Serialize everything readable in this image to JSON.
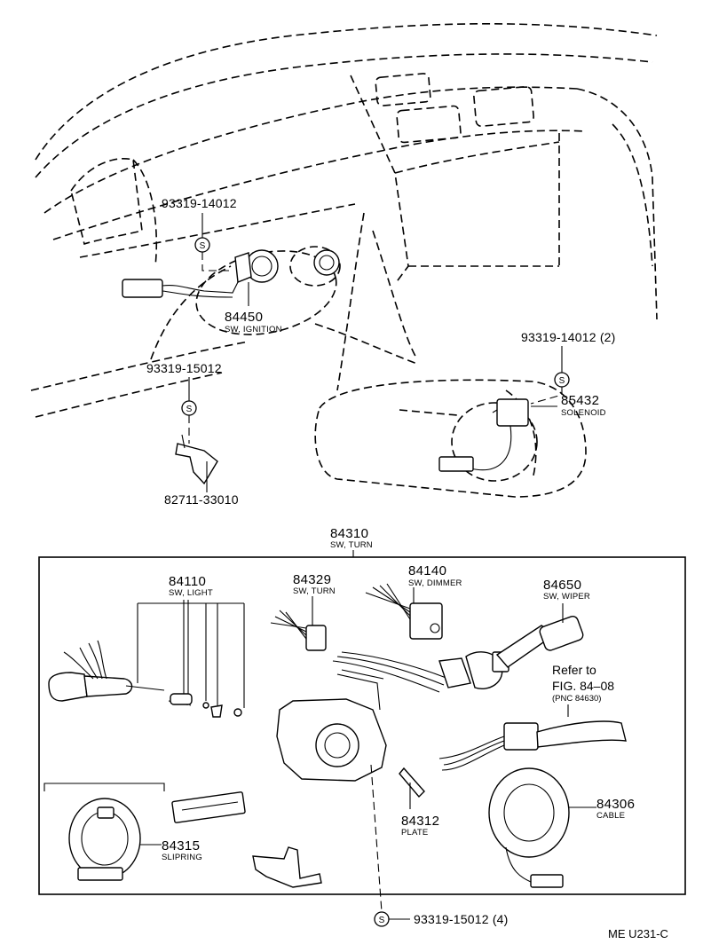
{
  "parts": {
    "bolt_upper_left": {
      "number": "93319-14012"
    },
    "ignition_switch": {
      "number": "84450",
      "desc": "SW, IGNITION"
    },
    "bolt_lower_left": {
      "number": "93319-15012"
    },
    "bracket": {
      "number": "82711-33010"
    },
    "bolt_right": {
      "number": "93319-14012 (2)"
    },
    "solenoid": {
      "number": "85432",
      "desc": "SOLENOID"
    },
    "turn_switch_assy": {
      "number": "84310",
      "desc": "SW, TURN"
    },
    "light_switch": {
      "number": "84110",
      "desc": "SW, LIGHT"
    },
    "turn_switch": {
      "number": "84329",
      "desc": "SW, TURN"
    },
    "dimmer_switch": {
      "number": "84140",
      "desc": "SW, DIMMER"
    },
    "wiper_switch": {
      "number": "84650",
      "desc": "SW, WIPER"
    },
    "wiper_ref": {
      "line1": "Refer to",
      "line2": "FIG. 84–08",
      "line3": "(PNC 84630)"
    },
    "cable": {
      "number": "84306",
      "desc": "CABLE"
    },
    "plate": {
      "number": "84312",
      "desc": "PLATE"
    },
    "slipring": {
      "number": "84315",
      "desc": "SLIPRING"
    },
    "bolt_bottom": {
      "number": "93319-15012 (4)"
    }
  },
  "symbol_letter": "S",
  "figure_code": "ME U231-C"
}
